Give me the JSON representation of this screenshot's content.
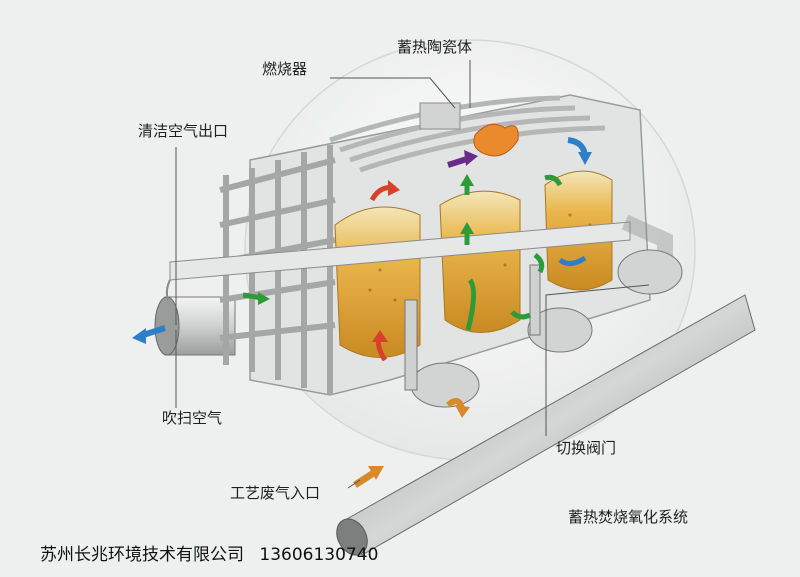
{
  "labels": {
    "burner": "燃烧器",
    "ceramic": "蓄热陶瓷体",
    "clean_outlet": "清洁空气出口",
    "purge_air": "吹扫空气",
    "switch_valve": "切换阀门",
    "inlet": "工艺废气入口",
    "system_title": "蓄热焚烧氧化系统"
  },
  "footer": {
    "company": "苏州长兆环境技术有限公司",
    "phone": "13606130740"
  },
  "colors": {
    "background": "#eef0ef",
    "housing": "#dcdedd",
    "ceramic_fill": "#e2a83a",
    "arrow_green": "#2e9a3a",
    "arrow_red": "#d8402c",
    "arrow_purple": "#6a2c8c",
    "arrow_blue": "#2f7fc8",
    "arrow_orange": "#d88a2a"
  }
}
